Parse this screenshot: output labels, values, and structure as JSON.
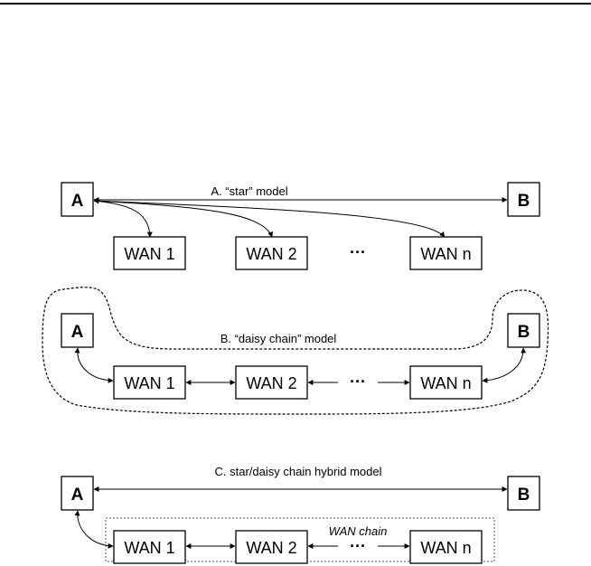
{
  "nodes": {
    "a": "A",
    "b": "B"
  },
  "wans": [
    "WAN 1",
    "WAN 2",
    "WAN n"
  ],
  "ellipsis": "···",
  "captions": {
    "star": "A. “star” model",
    "daisy": "B. “daisy chain” model",
    "hybrid": "C. star/daisy chain hybrid model"
  },
  "wan_chain_label": "WAN chain"
}
